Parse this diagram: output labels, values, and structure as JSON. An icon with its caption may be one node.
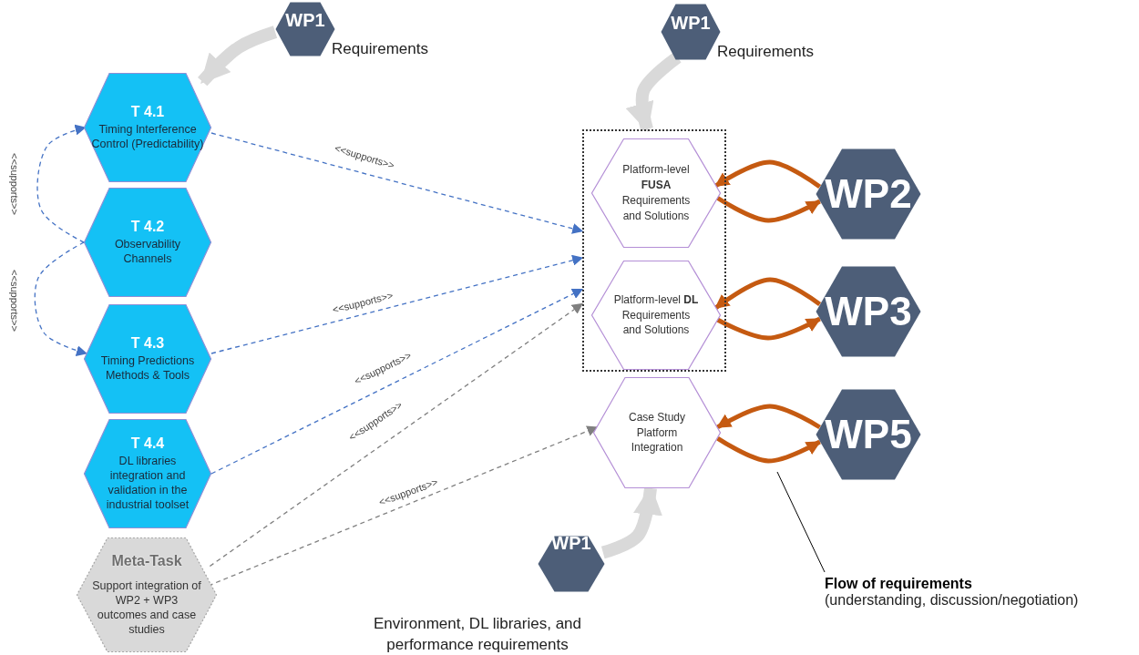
{
  "diagram": {
    "nodes": [
      {
        "text": [
          "WP1"
        ],
        "beside": [
          "Requirements"
        ]
      },
      {
        "text": [
          "WP1"
        ],
        "beside": [
          "Requirements"
        ]
      },
      {
        "text": [
          "T 4.1",
          "Timing Interference Control (Predictability)"
        ]
      },
      {
        "text": [
          "T 4.2",
          "Observability Channels"
        ]
      },
      {
        "text": [
          "T 4.3",
          "Timing Predictions Methods & Tools"
        ]
      },
      {
        "text": [
          "T 4.4",
          "DL libraries integration and validation in the industrial toolset"
        ]
      },
      {
        "text": [
          "Meta-Task",
          "Support integration of WP2 + WP3 outcomes and case studies"
        ]
      },
      {
        "text": [],
        "shape": "box"
      },
      {
        "text": [
          "Platform-level **FUSA** Requirements and Solutions"
        ],
        "in": 7
      },
      {
        "text": [
          "Platform-level **DL** Requirements and Solutions"
        ],
        "in": 7
      },
      {
        "text": [
          "Case Study Platform Integration"
        ]
      },
      {
        "text": [
          "WP2"
        ]
      },
      {
        "text": [
          "WP3"
        ]
      },
      {
        "text": [
          "WP5"
        ]
      },
      {
        "text": [
          "WP1"
        ],
        "beside": [
          "Environment, DL libraries, and performance requirements"
        ]
      },
      {
        "text": [
          "Flow of requirements",
          "(understanding, discussion/negotiation)"
        ]
      }
    ],
    "edges": [
      {
        "from": 0,
        "to": 2,
        "arrow": "to",
        "style": "thick",
        "color": "#d9d9d9"
      },
      {
        "from": 1,
        "to": 7,
        "arrow": "to",
        "style": "thick",
        "color": "#d9d9d9"
      },
      {
        "from": 14,
        "to": 10,
        "arrow": "to",
        "style": "thick",
        "color": "#d9d9d9"
      },
      {
        "from": 2,
        "to": 7,
        "arrow": "to",
        "label": "<<supports>>",
        "style": "dashed",
        "color": "#4472c4"
      },
      {
        "from": 4,
        "to": 7,
        "arrow": "to",
        "label": "<<supports>>",
        "style": "dashed",
        "color": "#4472c4"
      },
      {
        "from": 5,
        "to": 7,
        "arrow": "to",
        "label": "<<supports>>",
        "style": "dashed",
        "color": "#4472c4"
      },
      {
        "from": 6,
        "to": 7,
        "arrow": "to",
        "label": "<<supports>>",
        "style": "dashed",
        "color": "#808080"
      },
      {
        "from": 6,
        "to": 10,
        "arrow": "to",
        "label": "<<supports>>",
        "style": "dashed",
        "color": "#808080"
      },
      {
        "from": 3,
        "to": 2,
        "arrow": "to",
        "label": "<<supports>>",
        "style": "dashed",
        "color": "#4472c4"
      },
      {
        "from": 3,
        "to": 4,
        "arrow": "to",
        "label": "<<supports>>",
        "style": "dashed",
        "color": "#4472c4"
      },
      {
        "from": 11,
        "to": 8,
        "arrow": "to"
      },
      {
        "from": 8,
        "to": 11,
        "arrow": "to"
      },
      {
        "from": 12,
        "to": 9,
        "arrow": "to"
      },
      {
        "from": 9,
        "to": 12,
        "arrow": "to"
      },
      {
        "from": 13,
        "to": 10,
        "arrow": "to"
      },
      {
        "from": 10,
        "to": 13,
        "arrow": "to"
      },
      {
        "from": 15,
        "to": null,
        "arrow": "none",
        "color": "#000000"
      }
    ]
  }
}
